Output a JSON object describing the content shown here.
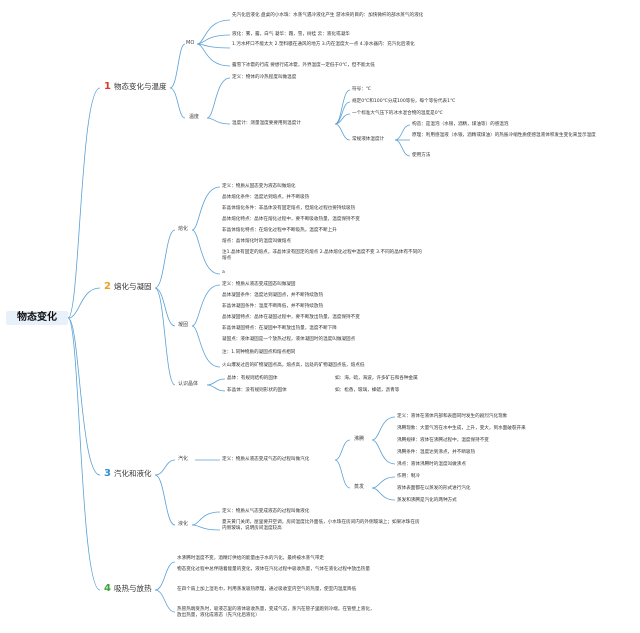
{
  "root": "物态变化",
  "branches": [
    {
      "num": "1",
      "label": "物态变化与温度",
      "color": "#d93a2b"
    },
    {
      "num": "2",
      "label": "熔化与凝固",
      "color": "#e9a21b"
    },
    {
      "num": "3",
      "label": "汽化和液化",
      "color": "#2f8fd0"
    },
    {
      "num": "4",
      "label": "吸热与放热",
      "color": "#3aa23a"
    }
  ],
  "b1": {
    "sub1": "MO",
    "sub1_items": [
      "先汽化后液化 盘桌的小水珠：水蒸气遇冷液化产生 游冰块的目的：加快微杆的部水蒸气的液化",
      "液化：雾，露，白气 凝华：霜，雪，树挂 云：液化或凝华",
      "1.污水杯口不能太大 2.塑料膜在通风的地方 3.内在温度大一点 4.净水器内：充汽化后液化",
      "露雪下冰雹的行成      要想行成冰雹，外界温度一定低于0℃，但不能太低"
    ],
    "sub2": "温度",
    "def": "定义：物体的冷热程度叫做温度",
    "thermo": "温度计：测量温度要要用到温度计",
    "symbol": "符号：℃",
    "scale": "规定0℃和100℃分成100等份，每个等份代表1℃",
    "ice": "一个标准大气压下的冰水混合物的温度是0℃",
    "liquid": "常规液体温度计",
    "structure": "构造：是温泡（水银，酒精，煤油等）的感温泡",
    "principle": "原理：利用感温液（水银，酒精或煤油）的热胀冷缩性质使感温液体积发生变化来显示温度",
    "usage": "使用方法"
  },
  "b2": {
    "melt": "熔化",
    "melt_items": [
      "定义：物质从固态变为液态叫做熔化",
      "晶体熔化条件：温度达到熔点，并不断吸热",
      "非晶体熔化条件：非晶体没有固定熔点，但熔化过程也要持续吸热",
      "晶体熔化特点：晶体在熔化过程中，要不断吸收热量，温度保持不变",
      "非晶体熔化特点：在熔化过程中不断吸热，温度不断上升",
      "熔点：晶体熔化时的温度叫做熔点",
      "注1.晶体有固定的熔点，非晶体没有固定的熔点 2.晶体熔化过程中温度不变 3.不同的晶体有不同的熔点",
      "a"
    ],
    "freeze": "凝固",
    "freeze_items": [
      "定义：物质从液态变成固态叫做凝固",
      "晶体凝固条件：温度达到凝固点，并不断持续放热",
      "非晶体凝固条件：温度不断降低，并不断持续放热",
      "晶体凝固特点：晶体在凝固过程中，要不断放出热量，温度保持不变",
      "非晶体凝固特点：在凝固中不断放出热量，温度不断下降",
      "凝固点：液体凝固是一个放热过程，液体凝固时的温度叫做凝固点",
      "注：1.同种物质的凝固点和熔点相同",
      "火山爆发过后的矿物凝固点高，熔点高，远处的矿物凝固点低，熔点低"
    ],
    "recognize": "认识晶体",
    "crystal": "晶体：有规则结构的固体",
    "crystal_ex": "如：海，硫，海波，许多矿石和各种金属",
    "noncrystal": "非晶体：没有规则形状的固体",
    "noncrystal_ex": "如：松香，玻璃，蜂蜡，沥青等"
  },
  "b3": {
    "vapor": "汽化",
    "vapor_def": "定义：物质从液态变成气态的过程叫做汽化",
    "boil": "沸腾",
    "boil_items": [
      "定义：液体在液体内部和表面同时发生的剧烈汽化现象",
      "沸腾现象：大量气泡在水中生成，上升，变大，到水面破裂开来",
      "沸腾规律：液体在沸腾过程中，温度保持不变",
      "沸腾条件：温度达到沸点，并不断吸热",
      "沸点：液体沸腾时的温度叫做沸点"
    ],
    "evap": "蒸发",
    "evap_items": [
      "作用：制冷",
      "液体表面都在以蒸发的形式进行汽化",
      "蒸发和沸腾是汽化的两种方式"
    ],
    "liq": "液化",
    "liq_items": [
      "定义：物质从气态变成液态的过程叫做液化",
      "夏天黄门关闭，屋里要开空调，房间温度比外面低，小水珠在房间内的外侧玻璃上；如果冰珠在房内侧玻璃，说明房间温度较高"
    ]
  },
  "b4": {
    "items": [
      "水沸腾时温度不变，酒精灯供给的能量由于水的汽化，最终被水蒸气带走",
      "物态变化过程中总伴随着能量的变化，液体在汽化过程中吸收热量，气体在液化过程中放出热量",
      "在四个扇上加上湿毛巾，利用蒸发吸热原理，通过吸收室内空气的热量，使室内温度降低",
      "热管热端受热时，吸液芯里的液体吸收热量，变成气态，蒸汽在管子里跑到冷端，在管壁上液化，放出热量，液化成液态（先汽化后液化）"
    ]
  }
}
